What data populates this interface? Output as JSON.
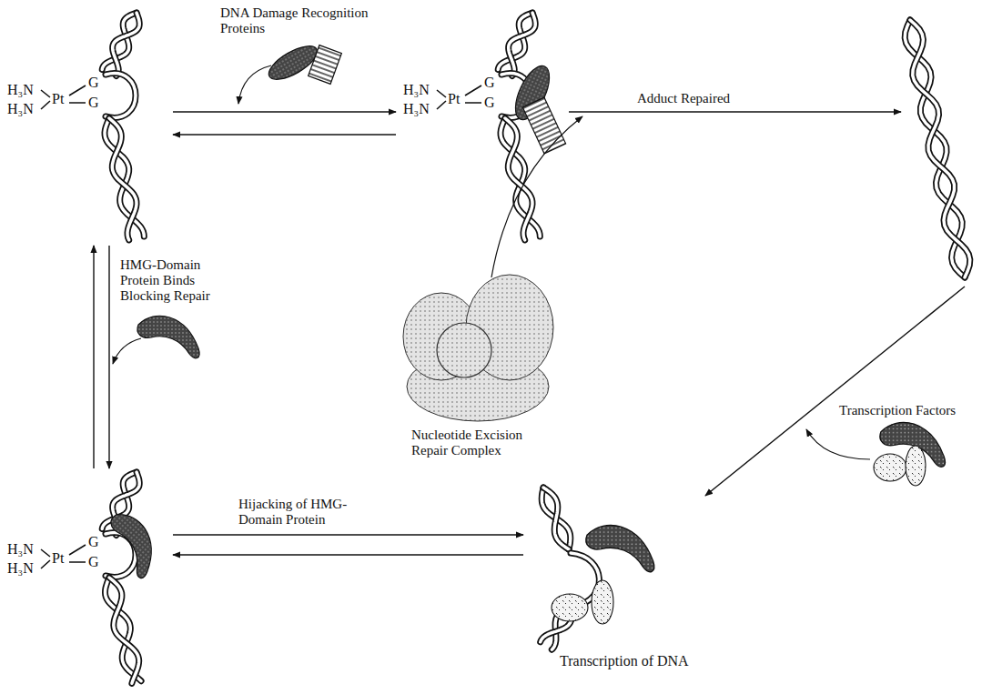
{
  "diagram": {
    "nodes": [
      {
        "text": [
          "H₃N",
          "H₃N",
          "Pt",
          "G",
          "G"
        ]
      },
      {
        "text": [
          "H₃N",
          "H₃N",
          "Pt",
          "G",
          "G"
        ]
      },
      {
        "text": []
      },
      {
        "text": [
          "H₃N",
          "H₃N",
          "Pt",
          "G",
          "G"
        ]
      },
      {
        "text": [
          "Transcription of DNA"
        ]
      }
    ],
    "edges": [
      {
        "from": 0,
        "to": 1,
        "arrow": "both",
        "label": "DNA Damage Recognition Proteins"
      },
      {
        "from": 1,
        "to": 2,
        "arrow": "to",
        "label": "Adduct Repaired"
      },
      {
        "from": 2,
        "to": 4,
        "arrow": "to"
      },
      {
        "from": 0,
        "to": 3,
        "arrow": "both",
        "label": "HMG-Domain Protein Binds Blocking Repair"
      },
      {
        "from": 3,
        "to": 4,
        "arrow": "both",
        "label": "Hijacking of HMG-Domain Protein"
      }
    ],
    "labels": [
      "Nucleotide Excision Repair Complex",
      "Transcription Factors"
    ]
  }
}
